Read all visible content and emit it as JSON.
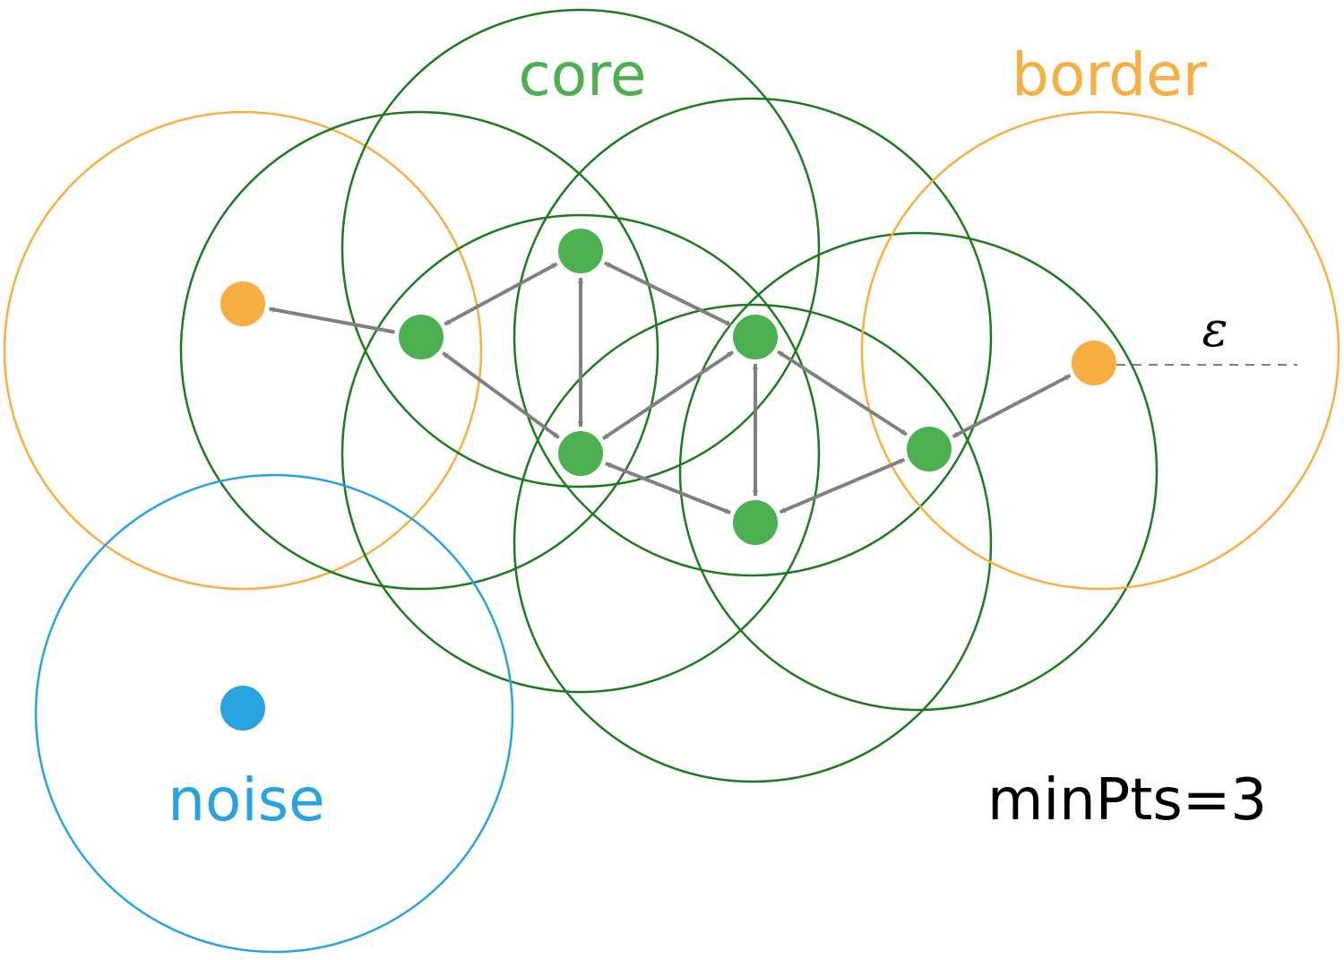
{
  "labels": {
    "core": "core",
    "border": "border",
    "noise": "noise",
    "min_pts": "minPts=3",
    "epsilon": "ε"
  },
  "colors": {
    "core": "#4caf50",
    "core_circle": "#1e7a1e",
    "border": "#f7ae43",
    "noise": "#29a3df",
    "arrow": "#808080",
    "text": "#000000"
  },
  "points": [
    {
      "id": "border-left",
      "type": "border"
    },
    {
      "id": "core-a",
      "type": "core"
    },
    {
      "id": "core-b",
      "type": "core"
    },
    {
      "id": "core-c",
      "type": "core"
    },
    {
      "id": "core-d",
      "type": "core"
    },
    {
      "id": "core-e",
      "type": "core"
    },
    {
      "id": "core-f",
      "type": "core"
    },
    {
      "id": "border-right",
      "type": "border"
    },
    {
      "id": "noise-point",
      "type": "noise"
    }
  ],
  "edges": [
    {
      "from": "core-a",
      "to": "border-left",
      "bidirectional": false
    },
    {
      "from": "core-a",
      "to": "core-b",
      "bidirectional": true
    },
    {
      "from": "core-a",
      "to": "core-c",
      "bidirectional": true
    },
    {
      "from": "core-b",
      "to": "core-c",
      "bidirectional": true
    },
    {
      "from": "core-b",
      "to": "core-d",
      "bidirectional": true
    },
    {
      "from": "core-c",
      "to": "core-d",
      "bidirectional": true
    },
    {
      "from": "core-c",
      "to": "core-e",
      "bidirectional": true
    },
    {
      "from": "core-d",
      "to": "core-e",
      "bidirectional": true
    },
    {
      "from": "core-d",
      "to": "core-f",
      "bidirectional": true
    },
    {
      "from": "core-e",
      "to": "core-f",
      "bidirectional": true
    },
    {
      "from": "core-f",
      "to": "border-right",
      "bidirectional": true
    }
  ]
}
